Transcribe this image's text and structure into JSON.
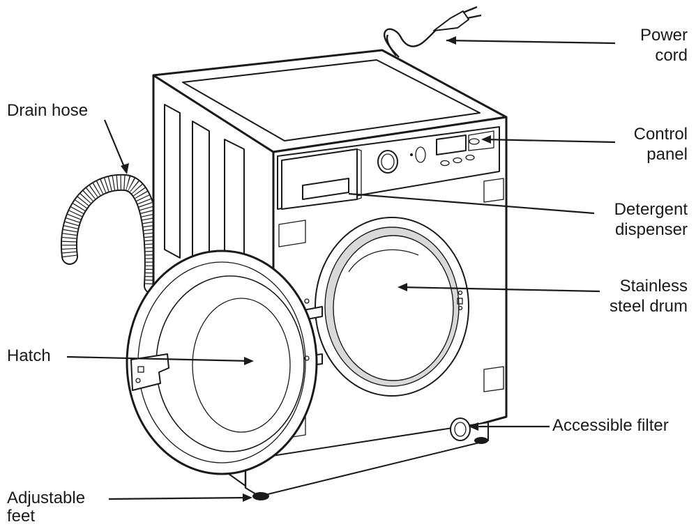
{
  "labels": {
    "power_cord": [
      "Power",
      "cord"
    ],
    "drain_hose": "Drain hose",
    "control_panel": [
      "Control",
      "panel"
    ],
    "detergent_dispenser": [
      "Detergent",
      "dispenser"
    ],
    "drum": [
      "Stainless",
      "steel drum"
    ],
    "hatch": "Hatch",
    "filter": "Accessible filter",
    "feet": [
      "Adjustable",
      "feet"
    ]
  },
  "colors": {
    "line": "#1a1a1a",
    "background": "#ffffff",
    "seal": "#d9d9d9"
  }
}
